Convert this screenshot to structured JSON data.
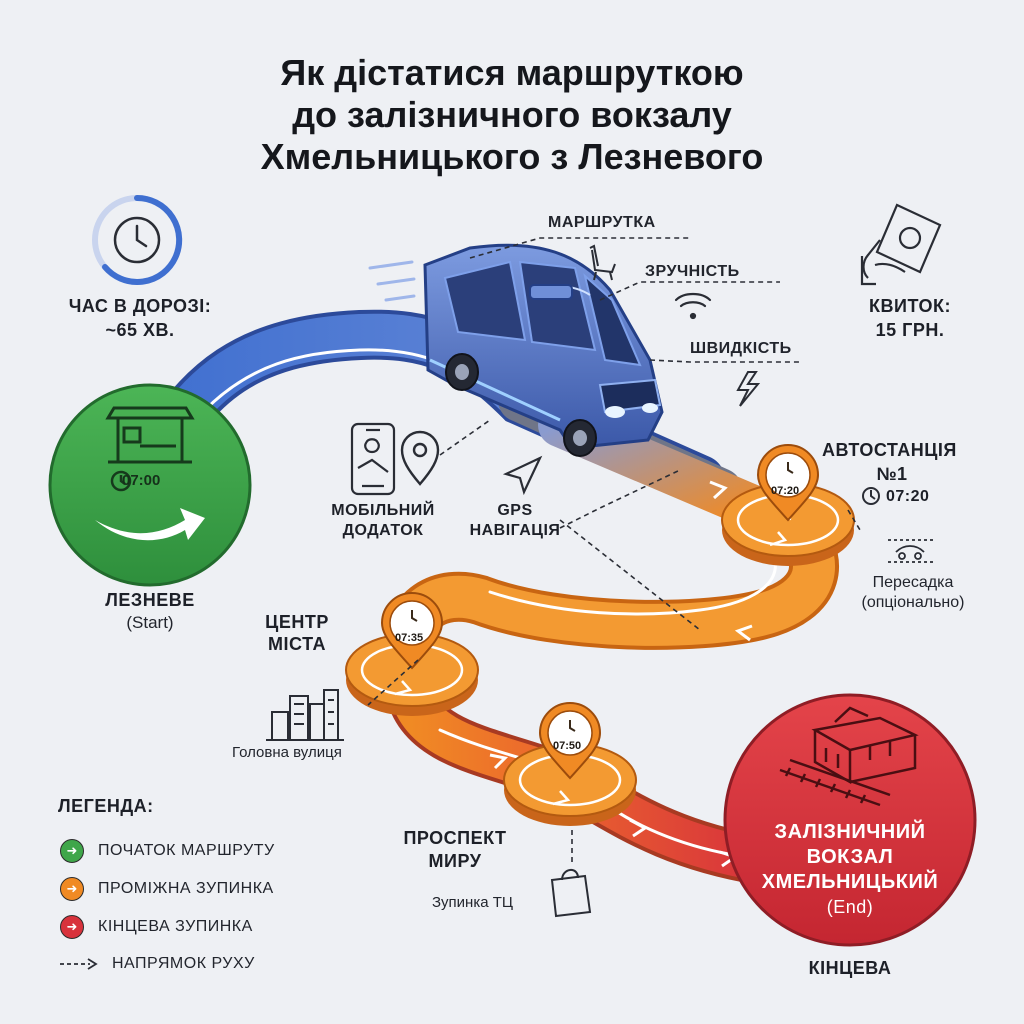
{
  "title": {
    "line1": "Як дістатися маршруткою",
    "line2": "до залізничного вокзалу",
    "line3": "Хмельницького з Лезневого"
  },
  "colors": {
    "start": "#3fa64a",
    "middle": "#f08a24",
    "end": "#d8323c",
    "road_blue": "#4a78d6"
  },
  "travel_time": {
    "line1": "ЧАС В ДОРОЗІ:",
    "line2": "~65 ХВ.",
    "icon": "clock-icon"
  },
  "ticket": {
    "line1": "КВИТОК:",
    "line2": "15 ГРН.",
    "icon": "hand-money-icon"
  },
  "features": {
    "vehicle": "МАРШРУТКА",
    "comfort": "ЗРУЧНІСТЬ",
    "speed": "ШВИДКІСТЬ",
    "app_line1": "МОБІЛЬНИЙ",
    "app_line2": "ДОДАТОК",
    "gps_line1": "GPS",
    "gps_line2": "НАВІГАЦІЯ"
  },
  "start": {
    "time": "07:00",
    "name": "ЛЕЗНЕВЕ",
    "sub": "(Start)"
  },
  "stops": [
    {
      "name_line1": "АВТОСТАНЦІЯ",
      "name_line2": "№1",
      "time": "07:20",
      "side_time": "07:20",
      "note_line1": "Пересадка",
      "note_line2": "(опціонально)"
    },
    {
      "name_line1": "ЦЕНТР",
      "name_line2": "МІСТА",
      "time": "07:35",
      "note": "Головна вулиця"
    },
    {
      "name_line1": "ПРОСПЕКТ",
      "name_line2": "МИРУ",
      "time": "07:50",
      "note": "Зупинка ТЦ"
    }
  ],
  "end": {
    "line1": "ЗАЛІЗНИЧНИЙ",
    "line2": "ВОКЗАЛ",
    "line3": "ХМЕЛЬНИЦЬКИЙ",
    "line4": "(End)",
    "caption": "КІНЦЕВА"
  },
  "legend": {
    "title": "ЛЕГЕНДА:",
    "items": [
      {
        "label": "ПОЧАТОК МАРШРУТУ",
        "color": "#3fa64a"
      },
      {
        "label": "ПРОМІЖНА ЗУПИНКА",
        "color": "#f08a24"
      },
      {
        "label": "КІНЦЕВА ЗУПИНКА",
        "color": "#d8323c"
      }
    ],
    "direction": "НАПРЯМОК РУХУ"
  }
}
